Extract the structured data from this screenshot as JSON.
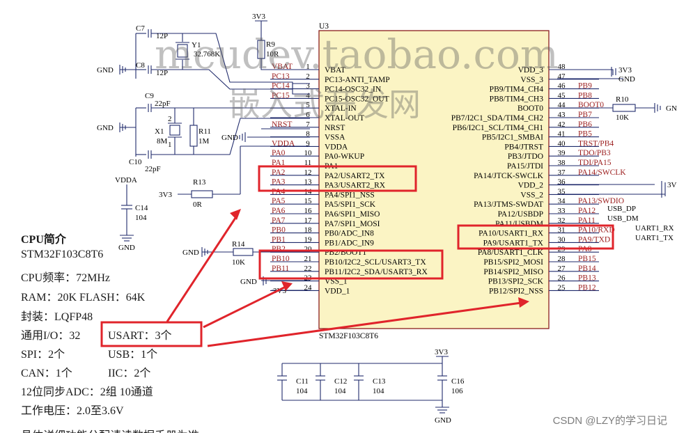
{
  "chip": {
    "ref": "U3",
    "part": "STM32F103C8T6",
    "left_pins": [
      {
        "num": "1",
        "name": "VBAT",
        "net": "VBAT"
      },
      {
        "num": "2",
        "name": "PC13-ANTI_TAMP",
        "net": "PC13"
      },
      {
        "num": "3",
        "name": "PC14-OSC32_IN",
        "net": "PC14"
      },
      {
        "num": "4",
        "name": "PC15-OSC32_OUT",
        "net": "PC15"
      },
      {
        "num": "5",
        "name": "XTAL-IN",
        "net": ""
      },
      {
        "num": "6",
        "name": "XTAL-OUT",
        "net": ""
      },
      {
        "num": "7",
        "name": "NRST",
        "net": "NRST"
      },
      {
        "num": "8",
        "name": "VSSA",
        "net": ""
      },
      {
        "num": "9",
        "name": "VDDA",
        "net": "VDDA"
      },
      {
        "num": "10",
        "name": "PA0-WKUP",
        "net": "PA0"
      },
      {
        "num": "11",
        "name": "PA1",
        "net": "PA1"
      },
      {
        "num": "12",
        "name": "PA2/USART2_TX",
        "net": "PA2"
      },
      {
        "num": "13",
        "name": "PA3/USART2_RX",
        "net": "PA3"
      },
      {
        "num": "14",
        "name": "PA4/SPI1_NSS",
        "net": "PA4"
      },
      {
        "num": "15",
        "name": "PA5/SPI1_SCK",
        "net": "PA5"
      },
      {
        "num": "16",
        "name": "PA6/SPI1_MISO",
        "net": "PA6"
      },
      {
        "num": "17",
        "name": "PA7/SPI1_MOSI",
        "net": "PA7"
      },
      {
        "num": "18",
        "name": "PB0/ADC_IN8",
        "net": "PB0"
      },
      {
        "num": "19",
        "name": "PB1/ADC_IN9",
        "net": "PB1"
      },
      {
        "num": "20",
        "name": "PB2/BOOT1",
        "net": "PB2"
      },
      {
        "num": "21",
        "name": "PB10/I2C2_SCL/USART3_TX",
        "net": "PB10"
      },
      {
        "num": "22",
        "name": "PB11/I2C2_SDA/USART3_RX",
        "net": "PB11"
      },
      {
        "num": "23",
        "name": "VSS_1",
        "net": ""
      },
      {
        "num": "24",
        "name": "VDD_1",
        "net": "3V3"
      }
    ],
    "right_pins": [
      {
        "num": "48",
        "name": "VDD_3",
        "net": ""
      },
      {
        "num": "47",
        "name": "VSS_3",
        "net": ""
      },
      {
        "num": "46",
        "name": "PB9/TIM4_CH4",
        "net": "PB9"
      },
      {
        "num": "45",
        "name": "PB8/TIM4_CH3",
        "net": "PB8"
      },
      {
        "num": "44",
        "name": "BOOT0",
        "net": "BOOT0"
      },
      {
        "num": "43",
        "name": "PB7/I2C1_SDA/TIM4_CH2",
        "net": "PB7"
      },
      {
        "num": "42",
        "name": "PB6/I2C1_SCL/TIM4_CH1",
        "net": "PB6"
      },
      {
        "num": "41",
        "name": "PB5/I2C1_SMBAI",
        "net": "PB5"
      },
      {
        "num": "40",
        "name": "PB4/JTRST",
        "net": "TRST/PB4"
      },
      {
        "num": "39",
        "name": "PB3/JTDO",
        "net": "TDO/PB3"
      },
      {
        "num": "38",
        "name": "PA15/JTDI",
        "net": "TDI/PA15"
      },
      {
        "num": "37",
        "name": "PA14/JTCK-SWCLK",
        "net": "PA14/SWCLK"
      },
      {
        "num": "36",
        "name": "VDD_2",
        "net": ""
      },
      {
        "num": "35",
        "name": "VSS_2",
        "net": ""
      },
      {
        "num": "34",
        "name": "PA13/JTMS-SWDAT",
        "net": "PA13/SWDIO"
      },
      {
        "num": "33",
        "name": "PA12/USBDP",
        "net": "PA12"
      },
      {
        "num": "32",
        "name": "PA11/USBDM",
        "net": "PA11"
      },
      {
        "num": "31",
        "name": "PA10/USART1_RX",
        "net": "PA10/RXD"
      },
      {
        "num": "30",
        "name": "PA9/USART1_TX",
        "net": "PA9/TXD"
      },
      {
        "num": "29",
        "name": "PA8/USART1_CLK",
        "net": "PA8"
      },
      {
        "num": "28",
        "name": "PB15/SPI2_MOSI",
        "net": "PB15"
      },
      {
        "num": "27",
        "name": "PB14/SPI2_MISO",
        "net": "PB14"
      },
      {
        "num": "26",
        "name": "PB13/SPI2_SCK",
        "net": "PB13"
      },
      {
        "num": "25",
        "name": "PB12/SPI2_NSS",
        "net": "PB12"
      }
    ]
  },
  "labels": {
    "c7": "C7",
    "c7v": "12P",
    "c8": "C8",
    "c8v": "12P",
    "y1": "Y1",
    "y1v": "32.768K",
    "c9": "C9",
    "c9v": "22pF",
    "c10": "C10",
    "c10v": "22pF",
    "x1": "X1",
    "x1v": "8M",
    "r11": "R11",
    "r11v": "1M",
    "r9": "R9",
    "r9v": "10R",
    "v3v3_top": "3V3",
    "r13": "R13",
    "r13v": "0R",
    "v3v3_r13": "3V3",
    "vdda": "VDDA",
    "c14": "C14",
    "c14v": "104",
    "r14": "R14",
    "r14v": "10K",
    "r10": "R10",
    "r10v": "10K",
    "gnd": "GND",
    "usb_dp": "USB_DP",
    "usb_dm": "USB_DM",
    "uart1_rx": "UART1_RX",
    "uart1_tx": "UART1_TX",
    "v3v3_right": "3V3",
    "v3v3_r2": "3V",
    "v3v3_cap": "3V3",
    "c11": "C11",
    "c11v": "104",
    "c12": "C12",
    "c12v": "104",
    "c13": "C13",
    "c13v": "104",
    "c16": "C16",
    "c16v": "106",
    "v3v3_24": "3V3",
    "xtal_2": "2",
    "xtal_1": "1"
  },
  "cpu_info": {
    "title": "CPU简介",
    "model": "STM32F103C8T6",
    "freq": "CPU频率：72MHz",
    "mem": "RAM：20K FLASH：64K",
    "pkg": "封装：LQFP48",
    "io": "通用I/O：32",
    "usart": "USART：3个",
    "spi": "SPI：2个",
    "usb": "USB：1个",
    "can": "CAN：1个",
    "iic": "IIC：2个",
    "adc": "12位同步ADC：2组 10通道",
    "voltage": "工作电压：2.0至3.6V",
    "cut": "具体详细功能分配请读数据手册为准"
  },
  "watermark": {
    "line1": "mcudev.taobao.com",
    "line2": "嵌入式开发网"
  },
  "footer": "CSDN @LZY的学习日记",
  "colors": {
    "wire": "#1f2a6b",
    "net": "#9b1c1c",
    "chip_fill": "#fbf4c4",
    "highlight": "#e0242b"
  }
}
